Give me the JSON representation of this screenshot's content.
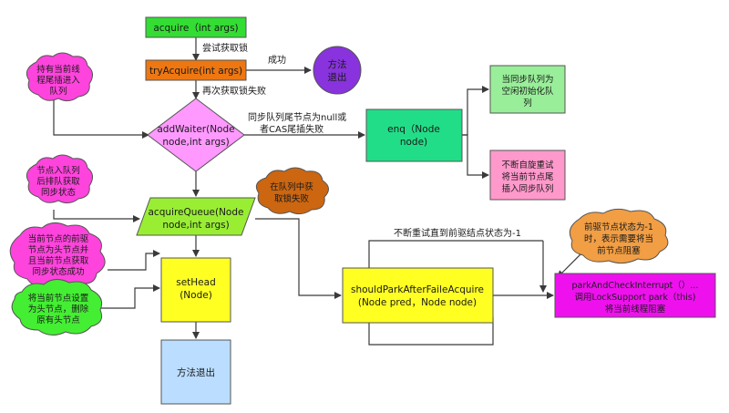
{
  "nodes": {
    "acquire": "acquire（int args)",
    "try_acquire": "tryAcquire(int args)",
    "method_exit_round": [
      "方法",
      "退出"
    ],
    "add_waiter": [
      "addWaiter(Node",
      "node,int args)"
    ],
    "enq": [
      "enq（Node",
      "node)"
    ],
    "init_queue": [
      "当同步队列为",
      "空闲初始化队",
      "列"
    ],
    "spin_retry": [
      "不断自旋重试",
      "将当前节点尾",
      "插入同步队列"
    ],
    "acquire_queue": [
      "acquireQueue(Node",
      "node,int args)"
    ],
    "set_head": [
      "setHead",
      "(Node)"
    ],
    "method_exit": "方法退出",
    "should_park": [
      "shouldParkAfterFaileAcquire",
      "(Node pred，Node node)"
    ],
    "park_check": [
      "parkAndCheckInterrupt（）...",
      "调用LockSupport park（this)",
      "将当前线程阻塞"
    ]
  },
  "edge_labels": {
    "try_lock": "尝试获取锁",
    "success": "成功",
    "retry_fail": "再次获取锁失败",
    "tail_null": [
      "同步队列尾节点为null或",
      "者CAS尾插失败"
    ],
    "retry_until": "不断重试直到前驱结点状态为-1"
  },
  "callouts": {
    "lock_holder": [
      "持有当前线",
      "程尾插进入",
      "队列"
    ],
    "enqueue_spin": [
      "节点入队列",
      "后排队获取",
      "同步状态"
    ],
    "in_queue": [
      "在队列中获",
      "取锁失败"
    ],
    "pred_head": [
      "当前节点的前驱",
      "节点为头节点并",
      "且当前节点获取",
      "同步状态成功"
    ],
    "set_head_note": [
      "将当前节点设置",
      "为头节点，删除",
      "原有头节点"
    ],
    "pred_status": [
      "前驱节点状态为-1",
      "时，表示需要将当",
      "前节点阻塞"
    ]
  },
  "colors": {
    "green": "#33dd33",
    "orange": "#ee7711",
    "purple": "#8833dd",
    "pink": "#ff99ff",
    "teal": "#22dd88",
    "light_green": "#99ee99",
    "light_pink": "#ff99cc",
    "lime": "#99ee33",
    "yellow": "#ffff22",
    "light_blue": "#bbddff",
    "magenta": "#ee11ee",
    "callout_magenta": "#ff44dd",
    "callout_green": "#44ee33",
    "callout_brown": "#cc6611",
    "callout_orange": "#f19e44"
  }
}
